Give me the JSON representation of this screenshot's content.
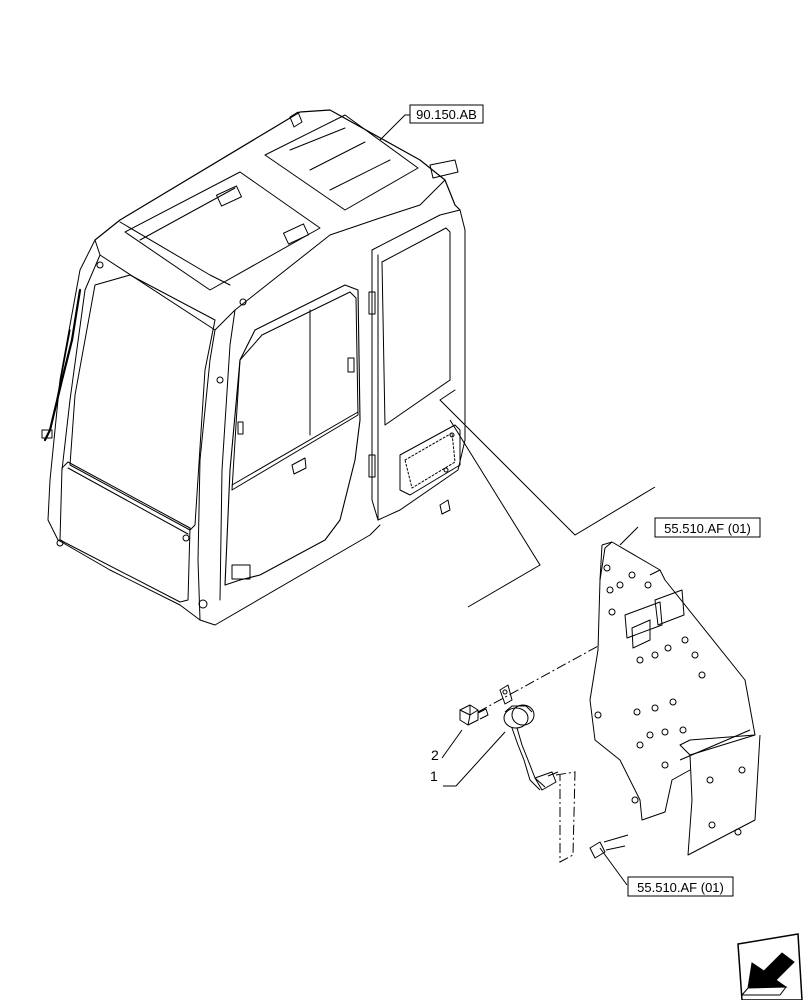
{
  "references": {
    "cab_ref": "90.150.AB",
    "bracket_ref": "55.510.AF (01)",
    "harness_ref": "55.510.AF (01)"
  },
  "callouts": {
    "item_1": "1",
    "item_2": "2"
  },
  "icons": {
    "nav": "arrow-icon"
  }
}
